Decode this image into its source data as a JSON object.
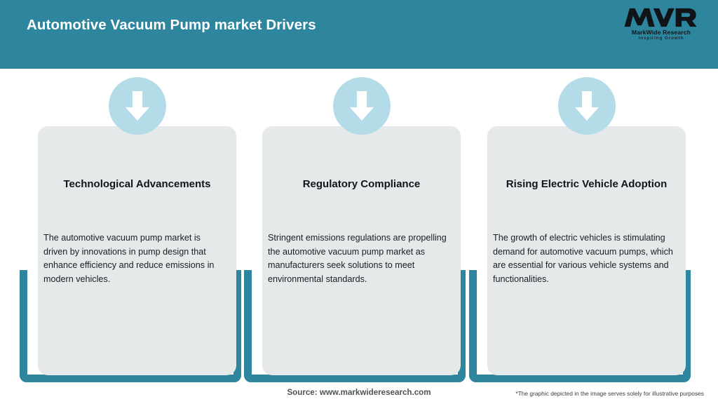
{
  "header": {
    "title": "Automotive Vacuum Pump market Drivers",
    "background_color": "#2e869e",
    "logo": {
      "mark_text": "MWR",
      "name": "MarkWide Research",
      "tagline": "Inspiring Growth"
    }
  },
  "cards": [
    {
      "icon": "down-arrow-icon",
      "title": "Technological Advancements",
      "body": "The automotive vacuum pump market is driven by innovations in pump design that enhance efficiency and reduce emissions in modern vehicles."
    },
    {
      "icon": "down-arrow-icon",
      "title": "Regulatory Compliance",
      "body": "Stringent emissions regulations are propelling the automotive vacuum pump market as manufacturers seek solutions to meet environmental standards."
    },
    {
      "icon": "down-arrow-icon",
      "title": "Rising Electric Vehicle Adoption",
      "body": "The growth of electric vehicles is stimulating demand for automotive vacuum pumps, which are essential for various vehicle systems and functionalities."
    }
  ],
  "footer": {
    "source": "Source: www.markwideresearch.com",
    "disclaimer": "*The graphic depicted in the image serves solely for illustrative purposes"
  },
  "colors": {
    "accent_teal": "#2e869e",
    "card_gray": "#e6e9ea",
    "icon_blue": "#b4dbe8"
  }
}
